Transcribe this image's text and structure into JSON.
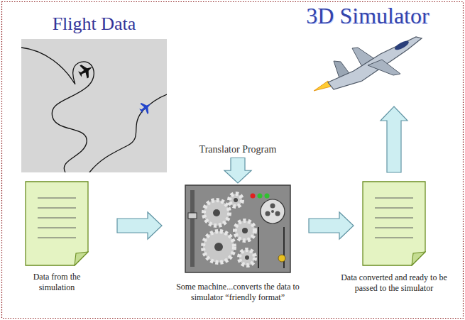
{
  "diagram": {
    "nodes": [
      {
        "text": [
          "Flight Data"
        ]
      },
      {
        "text": [
          "3D Simulator"
        ]
      },
      {
        "text": [
          "Translator Program"
        ]
      },
      {
        "text": [
          "Data from the simulation"
        ]
      },
      {
        "text": [
          "Some machine...converts the data to simulator “friendly format”"
        ]
      },
      {
        "text": [
          "Data converted and ready to be passed to the simulator"
        ]
      }
    ],
    "edges": [
      {
        "from": 3,
        "to": 4,
        "arrow": "to"
      },
      {
        "from": 2,
        "to": 4,
        "arrow": "to"
      },
      {
        "from": 4,
        "to": 5,
        "arrow": "to"
      },
      {
        "from": 5,
        "to": 1,
        "arrow": "to"
      }
    ]
  }
}
